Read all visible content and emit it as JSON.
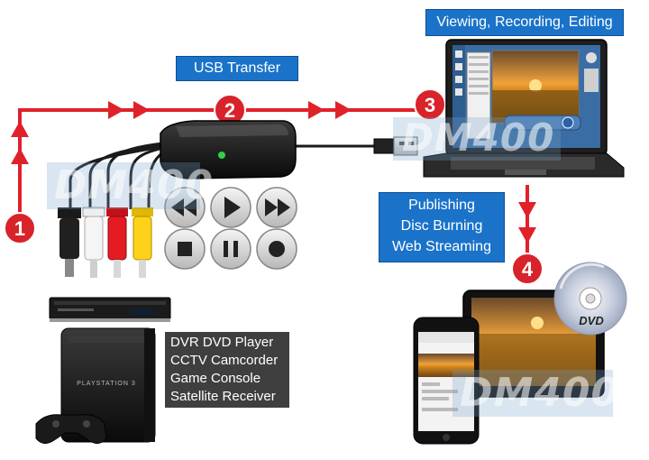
{
  "labels": {
    "usb_transfer": "USB Transfer",
    "viewing": "Viewing, Recording, Editing",
    "publishing": [
      "Publishing",
      "Disc Burning",
      "Web Streaming"
    ],
    "sources": [
      "DVR DVD Player",
      "CCTV Camcorder",
      "Game Console",
      "Satellite Receiver"
    ]
  },
  "steps": [
    "1",
    "2",
    "3",
    "4"
  ],
  "watermark": "DM400",
  "console_text": "PLAYSTATION 3",
  "dvd_text": "DVD",
  "colors": {
    "arrow_red": "#e0212a",
    "step_red": "#d8232a",
    "label_blue": "#1a73c9",
    "source_box": "#3f3f3f"
  },
  "icons": [
    "rewind-icon",
    "play-icon",
    "fast-forward-icon",
    "stop-icon",
    "pause-icon",
    "record-icon"
  ]
}
